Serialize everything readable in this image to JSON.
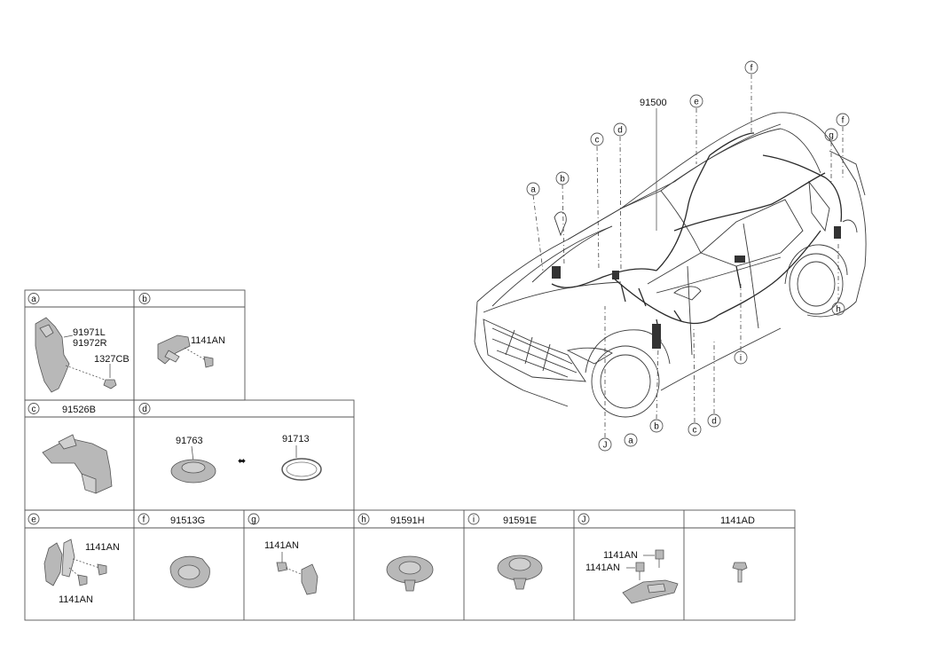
{
  "main_part": "91500",
  "car_callouts": {
    "top": [
      "a",
      "b",
      "c",
      "d",
      "e",
      "f",
      "f",
      "g"
    ],
    "side": [
      "h",
      "i"
    ],
    "bottom": [
      "J",
      "a",
      "b",
      "c",
      "d"
    ]
  },
  "panels": {
    "a": {
      "letter": "a",
      "parts": [
        "91971L",
        "91972R",
        "1327CB"
      ]
    },
    "b": {
      "letter": "b",
      "parts": [
        "1141AN"
      ]
    },
    "c": {
      "letter": "c",
      "title": "91526B"
    },
    "d": {
      "letter": "d",
      "parts": [
        "91763",
        "91713"
      ],
      "symbol": "⬌"
    },
    "e": {
      "letter": "e",
      "parts": [
        "1141AN",
        "1141AN"
      ]
    },
    "f": {
      "letter": "f",
      "title": "91513G"
    },
    "g": {
      "letter": "g",
      "parts": [
        "1141AN"
      ]
    },
    "h": {
      "letter": "h",
      "title": "91591H"
    },
    "i": {
      "letter": "i",
      "title": "91591E"
    },
    "j": {
      "letter": "J",
      "parts": [
        "1141AN",
        "1141AN"
      ]
    },
    "k": {
      "title": "1141AD"
    }
  }
}
